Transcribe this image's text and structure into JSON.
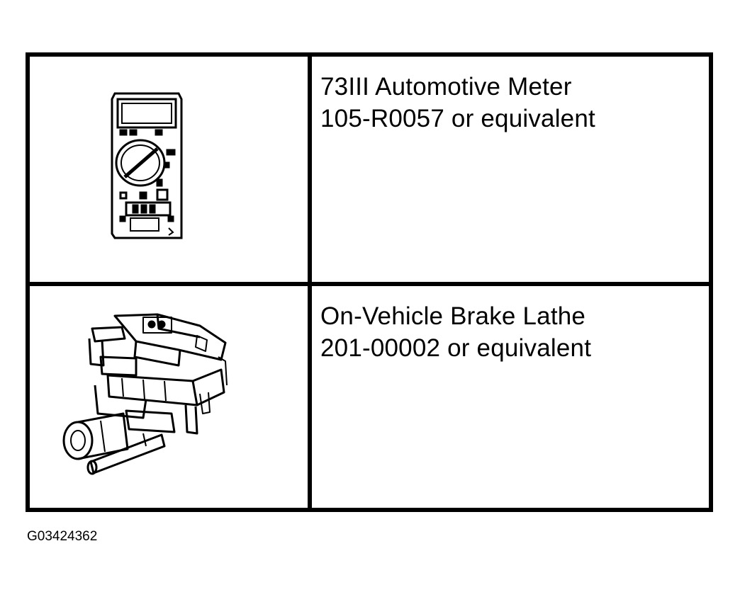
{
  "tools": [
    {
      "icon": "multimeter-illustration",
      "name": "73III Automotive Meter",
      "part": "105-R0057 or equivalent"
    },
    {
      "icon": "brake-lathe-illustration",
      "name": "On-Vehicle Brake Lathe",
      "part": "201-00002 or equivalent"
    }
  ],
  "figure_id": "G03424362"
}
